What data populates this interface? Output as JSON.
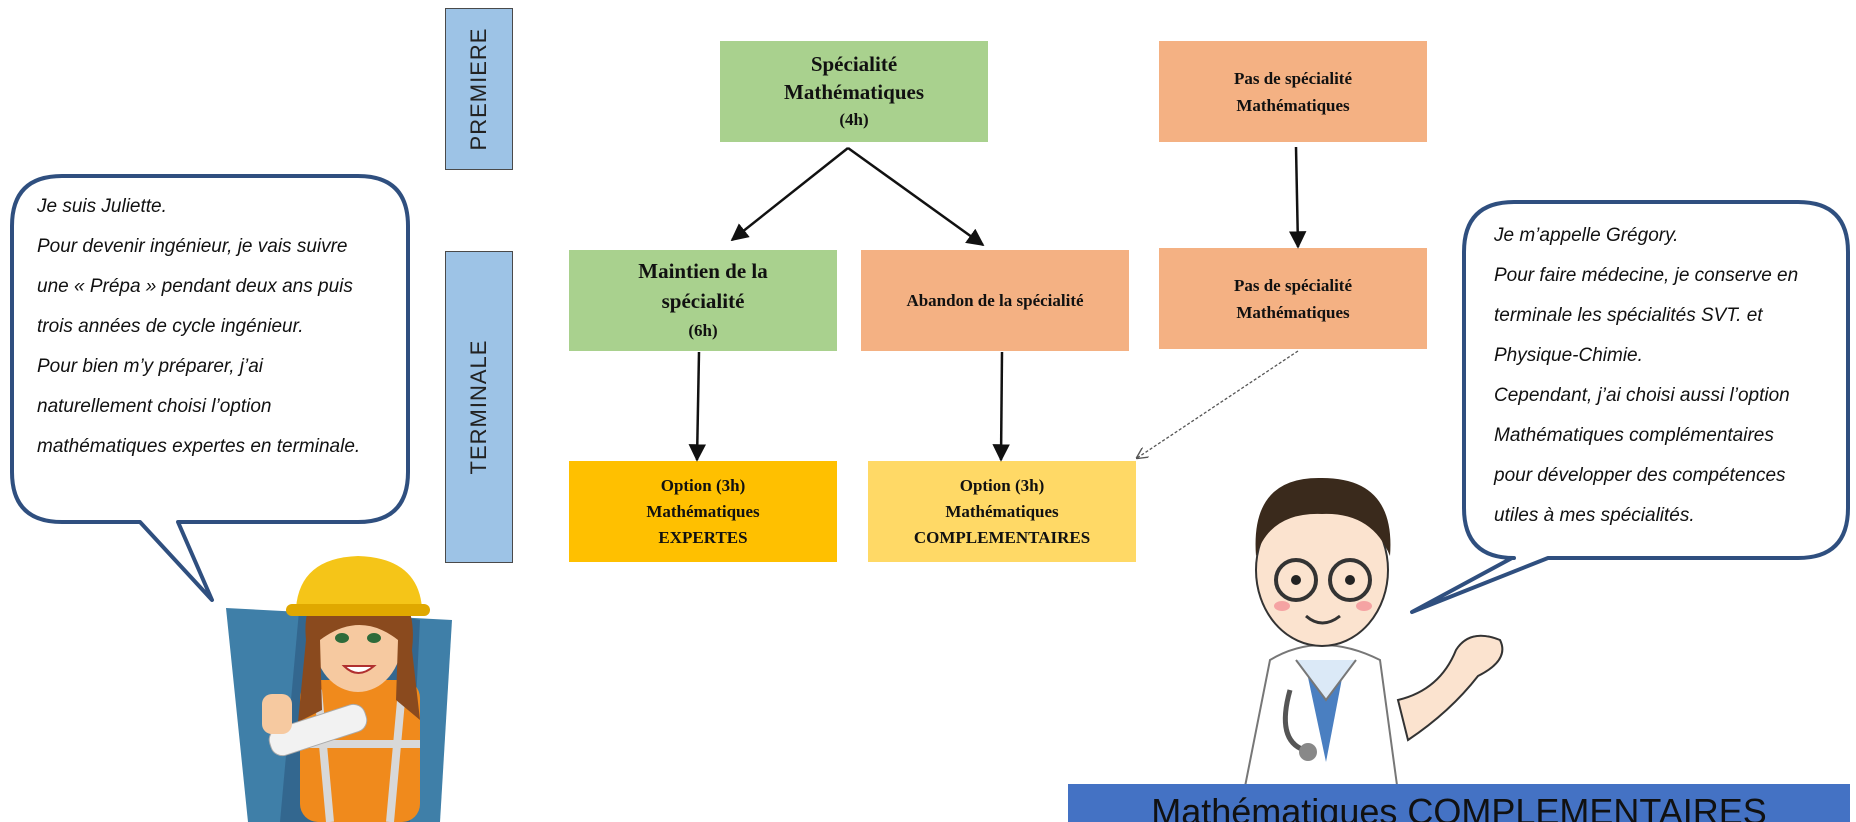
{
  "levels": {
    "premiere": "PREMIERE",
    "terminale": "TERMINALE"
  },
  "boxes": {
    "spe_maths": [
      "Spécialité",
      "Mathématiques",
      "(4h)"
    ],
    "pas_spe_premiere": [
      "Pas de spécialité",
      "Mathématiques"
    ],
    "maintien": [
      "Maintien de la",
      "spécialité",
      "(6h)"
    ],
    "abandon": [
      "Abandon de la spécialité"
    ],
    "pas_spe_terminale": [
      "Pas de spécialité",
      "Mathématiques"
    ],
    "expertes": [
      "Option (3h)",
      "Mathématiques",
      "EXPERTES"
    ],
    "complementaires": [
      "Option (3h)",
      "Mathématiques",
      "COMPLEMENTAIRES"
    ]
  },
  "juliette": {
    "lines": [
      "Je suis Juliette.",
      "Pour devenir ingénieur, je vais suivre",
      "une  « Prépa » pendant deux ans puis",
      "trois années de cycle ingénieur.",
      "Pour bien m’y préparer, j’ai",
      "naturellement choisi l’option",
      "mathématiques expertes en terminale."
    ]
  },
  "gregory": {
    "lines": [
      "Je m’appelle Grégory.",
      "Pour faire médecine, je conserve en",
      "terminale les spécialités SVT. et",
      "Physique-Chimie.",
      "Cependant, j’ai choisi aussi  l’option",
      "Mathématiques complémentaires",
      "pour  développer des compétences",
      "utiles à mes spécialités."
    ]
  },
  "banner": "Mathématiques COMPLEMENTAIRES",
  "colors": {
    "green": "#a9d18e",
    "salmon": "#f4b183",
    "amber": "#ffc000",
    "yellow": "#ffd966",
    "level_blue": "#9dc3e6",
    "bubble_border": "#2f4f7f",
    "banner_blue": "#4472c4"
  }
}
